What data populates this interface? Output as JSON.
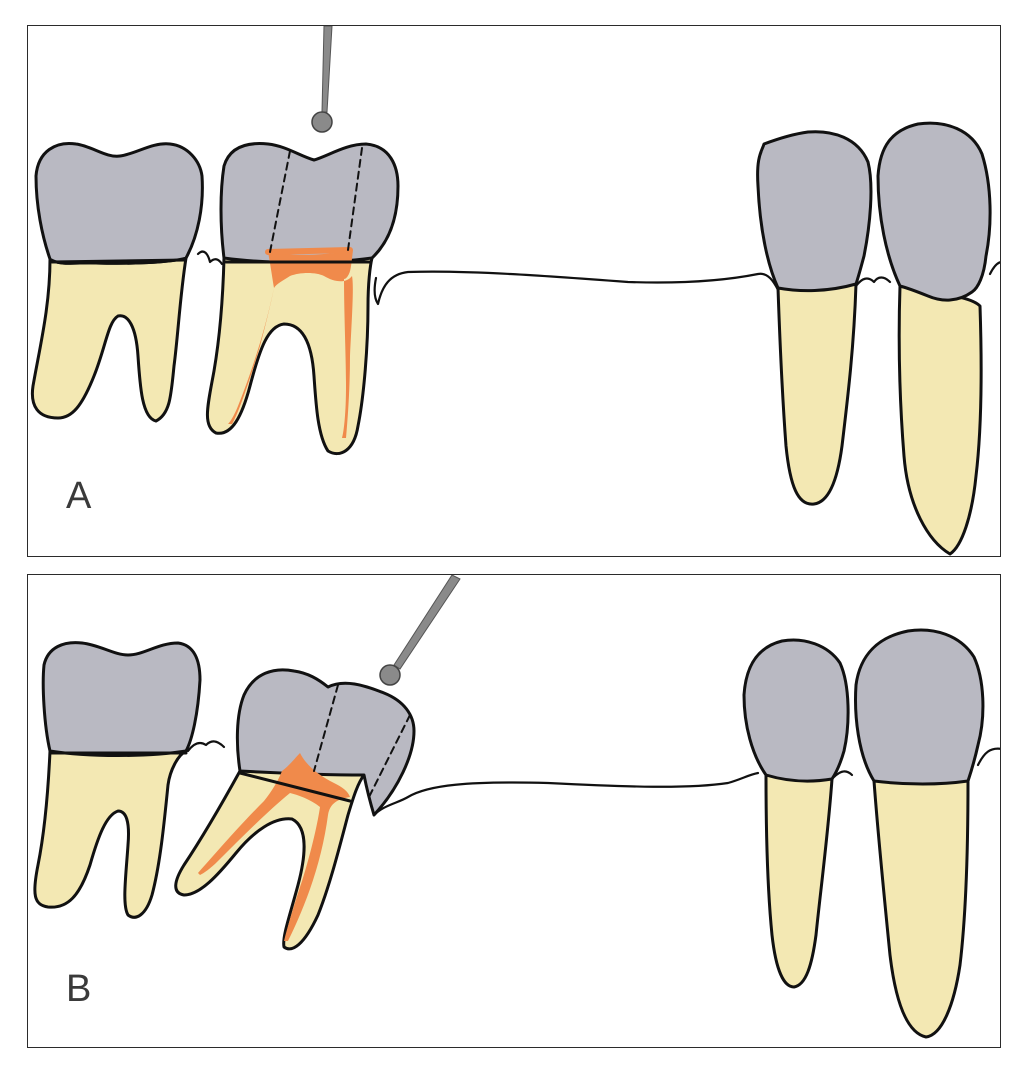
{
  "panels": [
    {
      "id": "A",
      "label": "A"
    },
    {
      "id": "B",
      "label": "B"
    }
  ],
  "colors": {
    "crown": "#b9b9c2",
    "root": "#f3e8b3",
    "pulp": "#f08a4b",
    "outline": "#111111",
    "probe": "#8a8a8a",
    "frame": "#2b2b2b"
  },
  "icons": [
    "dental-probe-icon",
    "tooth-icon"
  ]
}
